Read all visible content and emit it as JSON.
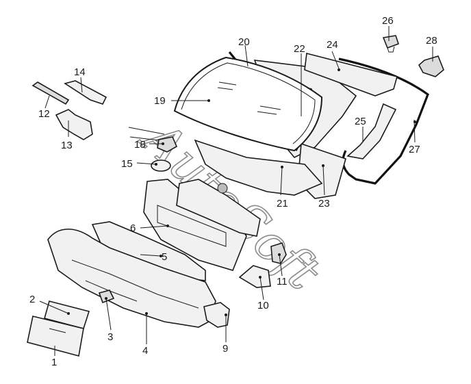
{
  "watermark": "AutoSoft",
  "callouts": [
    "1",
    "2",
    "3",
    "4",
    "5",
    "6",
    "9",
    "10",
    "11",
    "12",
    "13",
    "14",
    "15",
    "18",
    "19",
    "20",
    "21",
    "22",
    "23",
    "24",
    "25",
    "26",
    "27",
    "28"
  ]
}
